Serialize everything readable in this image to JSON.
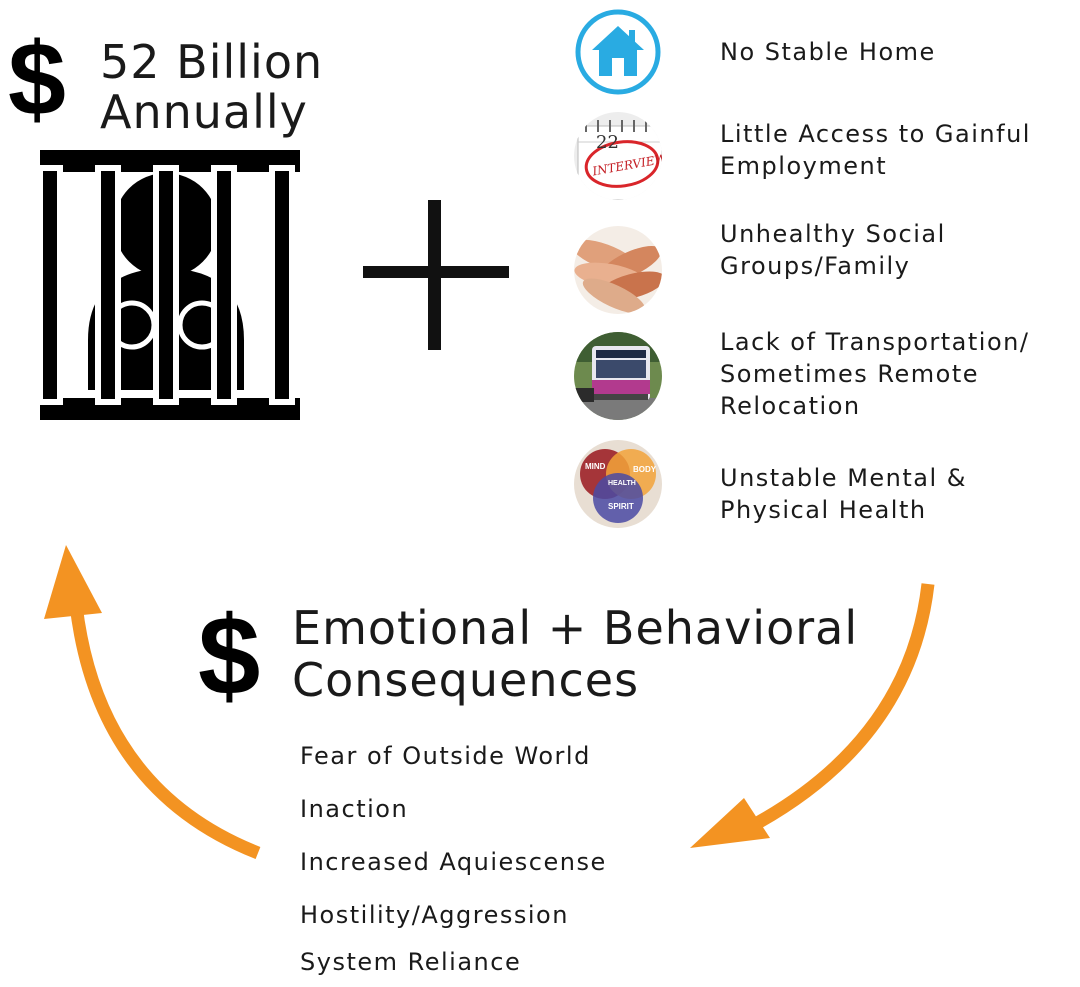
{
  "cost": {
    "symbol": "$",
    "line1": "52 Billion",
    "line2": "Annually"
  },
  "plus_symbol": "+",
  "factors": [
    {
      "label": "No Stable Home",
      "icon": "home-icon"
    },
    {
      "label": "Little Access to Gainful Employment",
      "icon": "interview-calendar-icon"
    },
    {
      "label": "Unhealthy Social Groups/Family",
      "icon": "stacked-hands-icon"
    },
    {
      "label": "Lack of Transportation/ Sometimes Remote Relocation",
      "icon": "bus-icon"
    },
    {
      "label": "Unstable Mental & Physical Health",
      "icon": "mind-body-spirit-icon"
    }
  ],
  "calendar_icon_text": {
    "day": "22",
    "word": "INTERVIEW"
  },
  "venn_labels": {
    "mind": "MIND",
    "body": "BODY",
    "spirit": "SPIRIT",
    "health": "HEALTH"
  },
  "consequences": {
    "symbol": "$",
    "title_line1": "Emotional + Behavioral",
    "title_line2": "Consequences",
    "items": [
      "Fear of Outside World",
      "Inaction",
      "Increased Aquiescense",
      "Hostility/Aggression",
      "System Reliance"
    ]
  },
  "colors": {
    "arrow": "#f39322",
    "home_icon": "#29abe2",
    "ink": "#000000"
  }
}
